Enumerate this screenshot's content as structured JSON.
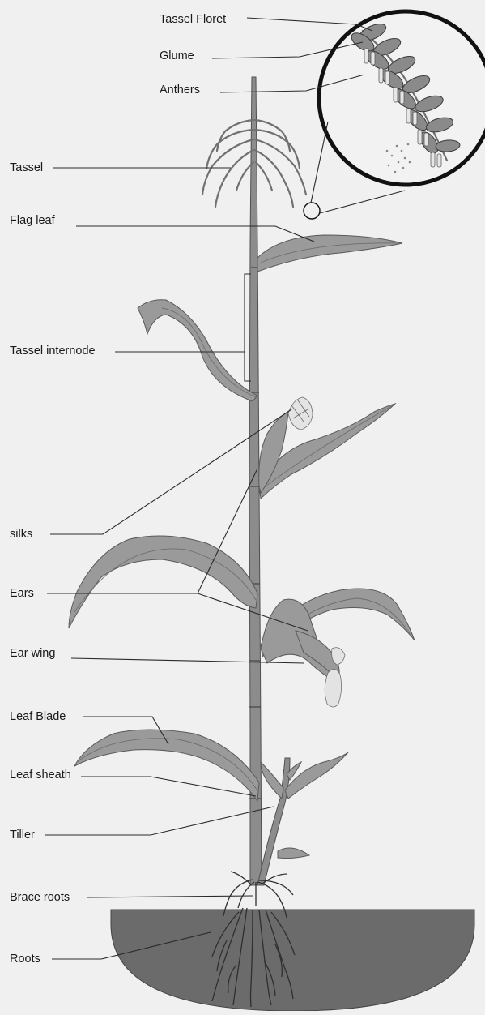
{
  "diagram": {
    "labels": {
      "tassel_floret": "Tassel Floret",
      "glume": "Glume",
      "anthers": "Anthers",
      "tassel": "Tassel",
      "flag_leaf": "Flag leaf",
      "tassel_internode": "Tassel internode",
      "silks": "silks",
      "ears": "Ears",
      "ear_wing": "Ear wing",
      "leaf_blade": "Leaf Blade",
      "leaf_sheath": "Leaf sheath",
      "tiller": "Tiller",
      "brace_roots": "Brace roots",
      "roots": "Roots"
    },
    "colors": {
      "background": "#f0f0f0",
      "soil": "#6b6b6b",
      "plant": "#9a9a9a",
      "outline": "#1a1a1a"
    }
  }
}
